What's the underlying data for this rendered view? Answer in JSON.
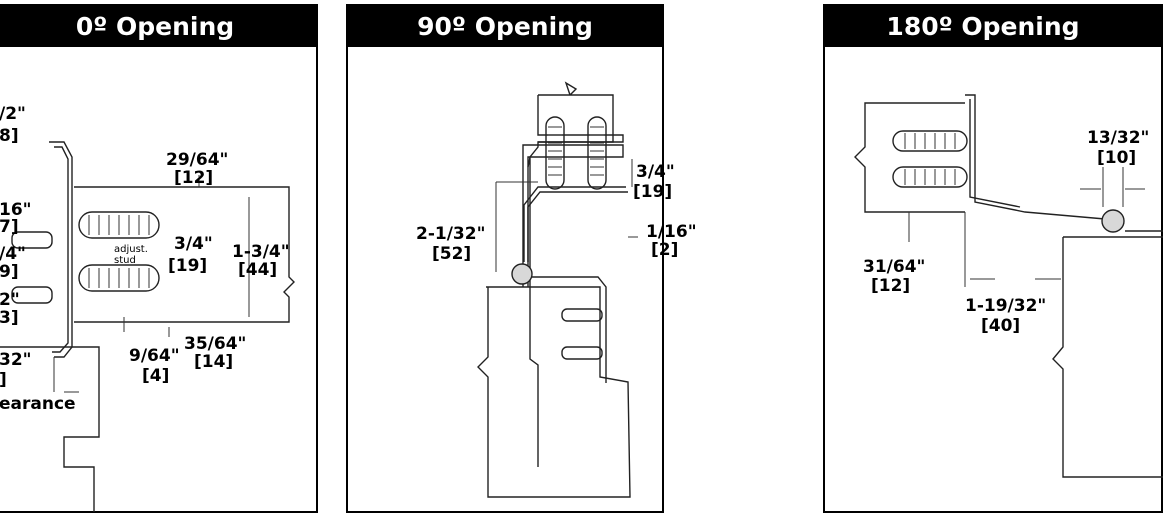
{
  "panels": [
    {
      "title": "0º Opening",
      "labels": {
        "t1": "/2\"",
        "t1b": "8]",
        "t2": "29/64\"",
        "t2b": "[12]",
        "t3": "16\"",
        "t3b": "7]",
        "t4": "/4\"",
        "t4b": "9]",
        "t5": "3/4\"",
        "t5b": "[19]",
        "t6": "1-3/4\"",
        "t6b": "[44]",
        "t7": "2\"",
        "t7b": "3]",
        "t8": "9/64\"",
        "t8b": "[4]",
        "t9": "35/64\"",
        "t9b": "[14]",
        "t10": "32\"",
        "t10b": "]",
        "t11": "earance",
        "stud1": "adjust.",
        "stud2": "stud"
      }
    },
    {
      "title": "90º Opening",
      "labels": {
        "a1": "3/4\"",
        "a1b": "[19]",
        "a2": "2-1/32\"",
        "a2b": "[52]",
        "a3": "1/16\"",
        "a3b": "[2]"
      }
    },
    {
      "title": "180º Opening",
      "labels": {
        "b1": "13/32\"",
        "b1b": "[10]",
        "b2": "31/64\"",
        "b2b": "[12]",
        "b3": "1-19/32\"",
        "b3b": "[40]"
      }
    }
  ]
}
